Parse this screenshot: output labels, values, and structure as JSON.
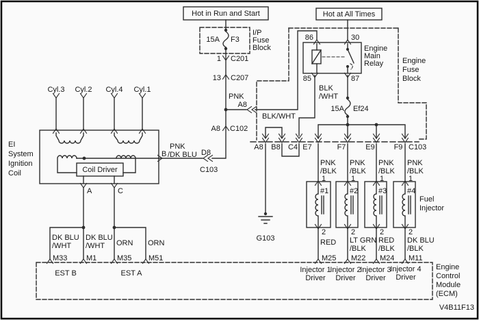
{
  "sources": {
    "run_start": "Hot in Run and Start",
    "all_times": "Hot at All Times"
  },
  "ip_block": {
    "amps": "15A",
    "fuse": "F3",
    "name": [
      "I/P",
      "Fuse",
      "Block"
    ]
  },
  "efb": {
    "name": [
      "Engine",
      "Fuse",
      "Block"
    ],
    "fuse_amps": "15A",
    "fuse": "Ef24"
  },
  "relay": {
    "name": [
      "Engine",
      "Main",
      "Relay"
    ],
    "p86": "86",
    "p30": "30",
    "p85": "85",
    "p87": "87"
  },
  "conn": {
    "c201_pin": "1",
    "c201": "C201",
    "c207_pin": "13",
    "c207": "C207",
    "c102_pin": "A8",
    "c102": "C102",
    "d8_pin": "D8",
    "d8_conn": "C103",
    "a8_inline": "A8",
    "row": [
      "A8",
      "B8",
      "C4",
      "E7",
      "F7",
      "E9",
      "F9"
    ],
    "row_name": "C103"
  },
  "wire": {
    "pnk": "PNK",
    "blkwht": "BLK/WHT",
    "blk": "BLK",
    "wht": "/WHT",
    "pnkdk1": "PNK",
    "pnkdk2": "/DK BLU",
    "pnkblk1": "PNK",
    "pnkblk2": "/BLK"
  },
  "ground": "G103",
  "cyl": [
    "Cyl.3",
    "Cyl.2",
    "Cyl.4",
    "Cyl.1"
  ],
  "coil": {
    "name": [
      "EI",
      "System",
      "Ignition",
      "Coil"
    ],
    "driver": "Coil Driver",
    "a": "A",
    "b": "B",
    "c": "C"
  },
  "inj": {
    "name": [
      "Fuel",
      "Injector"
    ],
    "pin1": "1",
    "pin2": "2",
    "units": [
      "#1",
      "#2",
      "#3",
      "#4"
    ],
    "colors": [
      [
        "RED"
      ],
      [
        "LT GRN",
        "/BLK"
      ],
      [
        "RED",
        "/BLK"
      ],
      [
        "DK BLU",
        "/BLK"
      ]
    ],
    "terms": [
      "M25",
      "M22",
      "M24",
      "M11"
    ]
  },
  "ecm": {
    "name": [
      "Engine",
      "Control",
      "Module",
      "(ECM)"
    ],
    "drivers": [
      [
        "Injector 1",
        "Driver"
      ],
      [
        "Injector 2",
        "Driver"
      ],
      [
        "Injector 3",
        "Driver"
      ],
      [
        "Injector 4",
        "Driver"
      ]
    ],
    "est_b": "EST B",
    "est_a": "EST A",
    "est_colors": [
      [
        "DK BLU",
        "/WHT"
      ],
      [
        "DK BLU",
        "/WHT"
      ],
      [
        "ORN"
      ],
      [
        "ORN"
      ]
    ],
    "est_terms": [
      "M33",
      "M1",
      "M35",
      "M51"
    ]
  },
  "fig": "V4B11F13"
}
